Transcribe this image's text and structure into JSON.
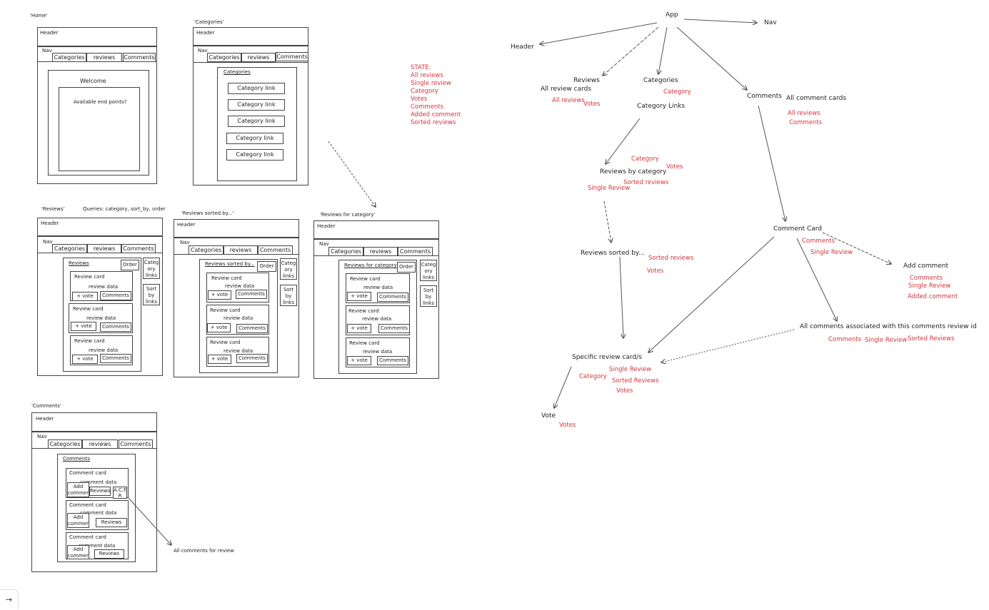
{
  "wireframes": {
    "home": {
      "title": "'Home'",
      "header": "Header",
      "nav": "Nav",
      "tabs": [
        "Categories",
        "reviews",
        "Comments"
      ],
      "welcome": "Welcome",
      "endpoints": "Available end points?"
    },
    "categories": {
      "title": "'Categories'",
      "header": "Header",
      "nav": "Nav",
      "tabs": [
        "Categories",
        "reviews",
        "Comments"
      ],
      "list_title": "Categories",
      "links": [
        "Category link",
        "Category link",
        "Category link",
        "Category link",
        "Category link"
      ]
    },
    "state": {
      "title": "STATE:",
      "items": [
        "All reviews",
        "Single review",
        "Category",
        "Votes",
        "Comments",
        "Added comment",
        "Sorted reviews"
      ]
    },
    "reviews": {
      "title": "'Reviews'",
      "queries": "Queries: category, sort_by, order",
      "header": "Header",
      "nav": "Nav",
      "tabs": [
        "Categories",
        "reviews",
        "Comments"
      ],
      "list_title": "Reviews",
      "order": "Order",
      "side1": "Categ ory links",
      "side2": "Sort by links",
      "card_title": "Review card",
      "card_data": "review data",
      "vote": "+ vote",
      "comments": "Comments"
    },
    "sorted": {
      "title": "'Reviews sorted by...'",
      "header": "Header",
      "nav": "Nav",
      "tabs": [
        "Categories",
        "reviews",
        "Comments"
      ],
      "list_title": "Reviews sorted by...",
      "order": "Order",
      "side1": "Categ ory links",
      "side2": "Sort by links",
      "card_title": "Review card",
      "card_data": "review data",
      "vote": "+ vote",
      "comments": "Comments"
    },
    "for_category": {
      "title": "'Reviews for category'",
      "header": "Header",
      "nav": "Nav",
      "tabs": [
        "Categories",
        "reviews",
        "Comments"
      ],
      "list_title": "Reviews for category",
      "order": "Order",
      "side1": "Categ ory links",
      "side2": "Sort by links",
      "card_title": "Review card",
      "card_data": "review data",
      "vote": "+ vote",
      "comments": "Comments"
    },
    "comments": {
      "title": "'Comments'",
      "header": "Header",
      "nav": "Nav",
      "tabs": [
        "Categories",
        "reviews",
        "Comments"
      ],
      "list_title": "Comments",
      "card_title": "Comment card",
      "card_data": "comment data",
      "add": "Add comment",
      "reviews_btn": "Reviews",
      "acf": "A.C.F. R",
      "all_for_review": "All comments for review"
    }
  },
  "diagram": {
    "app": "App",
    "nav": "Nav",
    "header": "Header",
    "reviews": "Reviews",
    "all_review_cards": "All review cards",
    "all_reviews_red": "All reviews",
    "votes_red": "Votes",
    "categories": "Categories",
    "category_red": "Category",
    "category_links": "Category Links",
    "comments": "Comments",
    "all_comment_cards": "All comment cards",
    "comments_state": [
      "All reviews",
      "Comments"
    ],
    "reviews_by_category": "Reviews by category",
    "rbc_state": [
      "Category",
      "Votes",
      "Sorted reviews",
      "Single Review"
    ],
    "reviews_sorted_by": "Reviews sorted by...",
    "rsb_state": [
      "Sorted reviews",
      "Votes"
    ],
    "comment_card": "Comment Card",
    "cc_state": [
      "Comments",
      "Single Review"
    ],
    "add_comment": "Add comment",
    "ac_state": [
      "Comments",
      "Single Review",
      "Added comment"
    ],
    "all_comments_assoc": "All comments associated with this comments review id",
    "aca_state": [
      "Comments",
      "Single Review",
      "Sorted Reviews"
    ],
    "specific_review": "Specific review card/s",
    "sr_state": [
      "Single Review",
      "Category",
      "Sorted Reviews",
      "Votes"
    ],
    "vote": "Vote",
    "vote_state": [
      "Votes"
    ]
  },
  "corner_icon": "→"
}
